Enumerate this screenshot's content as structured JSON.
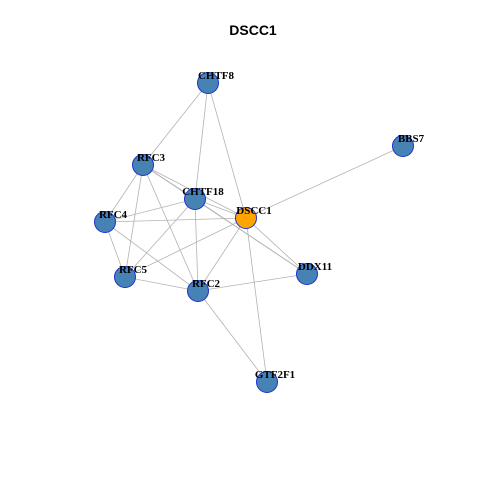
{
  "title": "DSCC1",
  "colors": {
    "query_node": "#FFA500",
    "neighbor_node": "#4682B4",
    "node_border": "#1F2FD0",
    "edge": "#B3B3B3",
    "background": "#FFFFFF"
  },
  "nodes": [
    {
      "id": "CHTF8",
      "label": "CHTF8",
      "role": "neighbor"
    },
    {
      "id": "BBS7",
      "label": "BBS7",
      "role": "neighbor"
    },
    {
      "id": "RFC3",
      "label": "RFC3",
      "role": "neighbor"
    },
    {
      "id": "CHTF18",
      "label": "CHTF18",
      "role": "neighbor"
    },
    {
      "id": "DSCC1",
      "label": "DSCC1",
      "role": "query"
    },
    {
      "id": "RFC4",
      "label": "RFC4",
      "role": "neighbor"
    },
    {
      "id": "RFC5",
      "label": "RFC5",
      "role": "neighbor"
    },
    {
      "id": "RFC2",
      "label": "RFC2",
      "role": "neighbor"
    },
    {
      "id": "DDX11",
      "label": "DDX11",
      "role": "neighbor"
    },
    {
      "id": "GTF2F1",
      "label": "GTF2F1",
      "role": "neighbor"
    }
  ],
  "edges": [
    [
      "CHTF8",
      "RFC3"
    ],
    [
      "CHTF8",
      "CHTF18"
    ],
    [
      "CHTF8",
      "DSCC1"
    ],
    [
      "BBS7",
      "DSCC1"
    ],
    [
      "RFC3",
      "CHTF18"
    ],
    [
      "RFC3",
      "DSCC1"
    ],
    [
      "RFC3",
      "RFC4"
    ],
    [
      "RFC3",
      "RFC5"
    ],
    [
      "RFC3",
      "RFC2"
    ],
    [
      "RFC3",
      "DDX11"
    ],
    [
      "CHTF18",
      "DSCC1"
    ],
    [
      "CHTF18",
      "RFC4"
    ],
    [
      "CHTF18",
      "RFC5"
    ],
    [
      "CHTF18",
      "RFC2"
    ],
    [
      "CHTF18",
      "DDX11"
    ],
    [
      "DSCC1",
      "RFC4"
    ],
    [
      "DSCC1",
      "RFC5"
    ],
    [
      "DSCC1",
      "RFC2"
    ],
    [
      "DSCC1",
      "DDX11"
    ],
    [
      "DSCC1",
      "GTF2F1"
    ],
    [
      "RFC4",
      "RFC5"
    ],
    [
      "RFC4",
      "RFC2"
    ],
    [
      "RFC5",
      "RFC2"
    ],
    [
      "RFC2",
      "DDX11"
    ],
    [
      "RFC2",
      "GTF2F1"
    ]
  ]
}
